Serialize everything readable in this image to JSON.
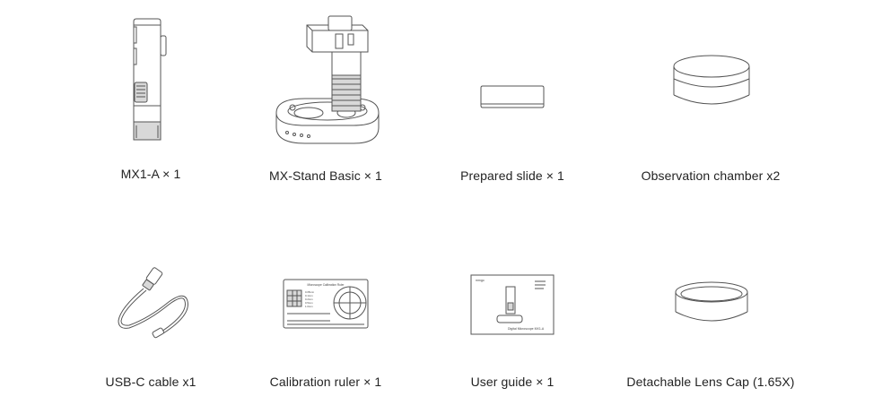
{
  "items": [
    {
      "label": "MX1-A × 1"
    },
    {
      "label": "MX-Stand Basic × 1"
    },
    {
      "label": "Prepared slide × 1"
    },
    {
      "label": "Observation chamber x2"
    },
    {
      "label": "USB-C cable x1"
    },
    {
      "label": "Calibration ruler × 1"
    },
    {
      "label": "User guide × 1"
    },
    {
      "label": "Detachable Lens Cap (1.65X)"
    }
  ],
  "ruler": {
    "title": "Microscope Calibration Ruler",
    "marks": [
      "0.05mm",
      "0.1mm",
      "0.2mm",
      "0.5mm",
      "1.0mm"
    ]
  },
  "guide": {
    "brand": "mmgo",
    "caption": "Digital Microscope MX1-A"
  }
}
